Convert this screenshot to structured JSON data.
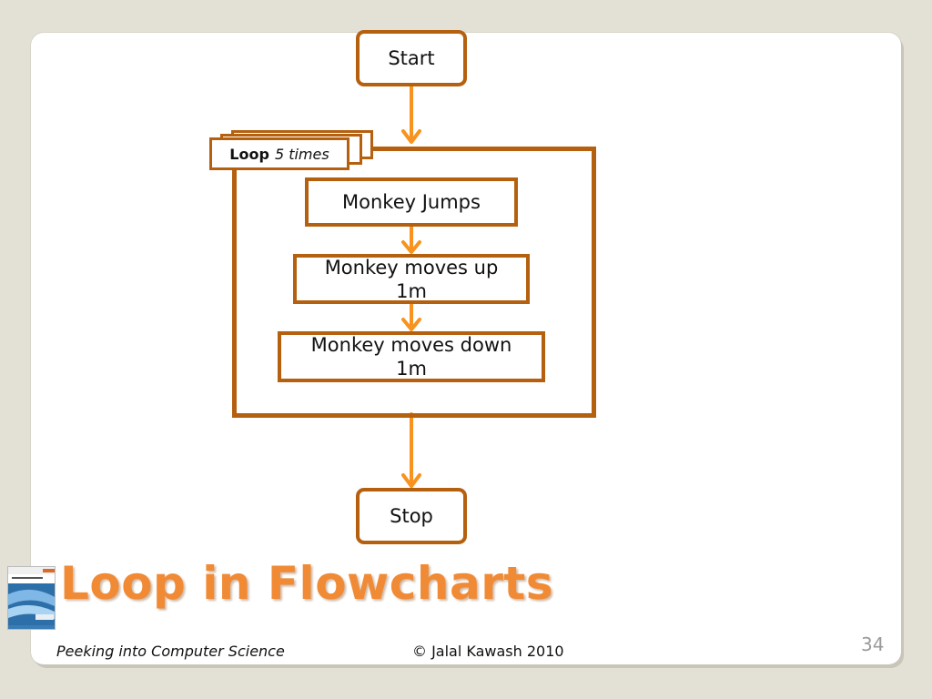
{
  "diagram": {
    "start_label": "Start",
    "stop_label": "Stop",
    "loop_keyword": "Loop",
    "loop_count": "5 times",
    "steps": [
      "Monkey Jumps",
      "Monkey moves up 1m",
      "Monkey moves down 1m"
    ]
  },
  "slide": {
    "title": "Loop in Flowcharts",
    "footer_left": "Peeking into Computer Science",
    "footer_center": "© Jalal Kawash 2010",
    "page_number": "34"
  },
  "colors": {
    "frame": "#b5600f",
    "arrow": "#f7931e",
    "title": "#f08a34",
    "background": "#e3e0d6"
  }
}
